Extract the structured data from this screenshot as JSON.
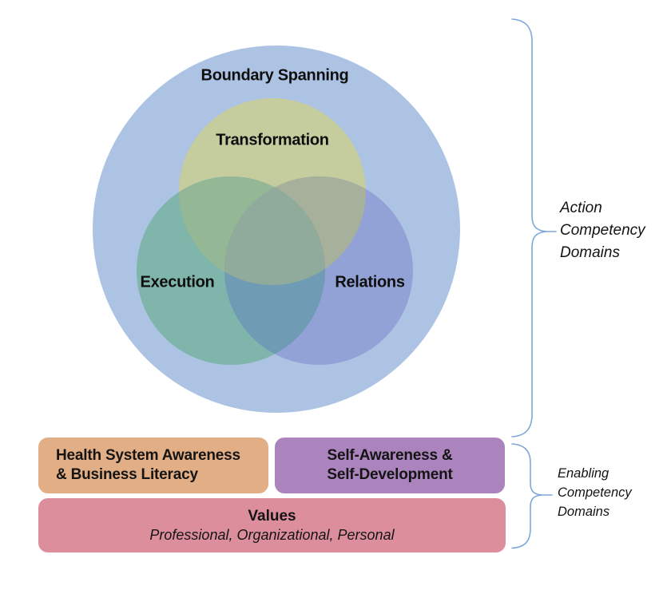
{
  "venn": {
    "outer_label": "Boundary Spanning",
    "circle_labels": {
      "transformation": "Transformation",
      "execution": "Execution",
      "relations": "Relations"
    },
    "colors": {
      "outer": "#adc3e3",
      "transformation": "#c5cc9e",
      "execution": "#7fb5ab",
      "relations": "#92a2d6",
      "transformation_execution": "#94b796",
      "transformation_relations": "#a6b09b",
      "execution_relations": "#6f9cb4",
      "center": "#90aa9c"
    }
  },
  "braces": {
    "color": "#7ea7d8",
    "action_label": "Action\nCompetency\nDomains",
    "enabling_label": "Enabling\nCompetency\nDomains"
  },
  "boxes": [
    {
      "id": "health-system",
      "label": "Health System Awareness\n& Business Literacy",
      "color": "#e2ae85"
    },
    {
      "id": "self-awareness",
      "label": "Self-Awareness &\nSelf-Development",
      "color": "#ab84bd"
    },
    {
      "id": "values",
      "title": "Values",
      "subtitle": "Professional, Organizational, Personal",
      "color": "#dd8e9c"
    }
  ]
}
